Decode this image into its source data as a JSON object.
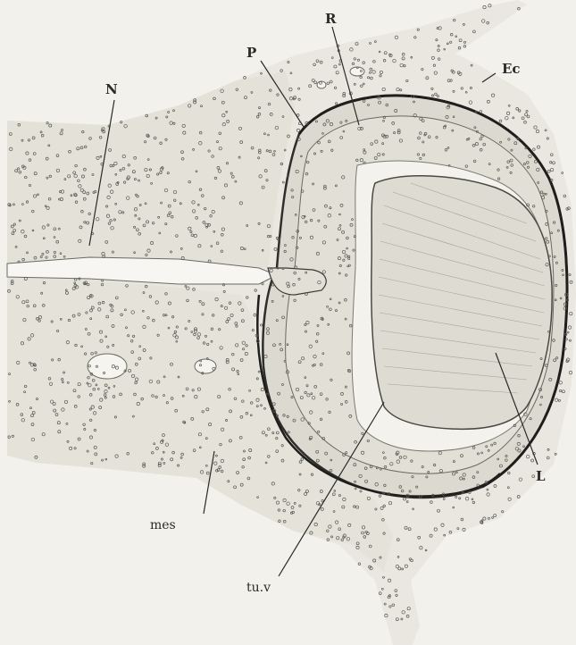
{
  "figure": {
    "labels": {
      "N": "N",
      "P": "P",
      "R": "R",
      "Ec": "Ec",
      "L": "L",
      "mes": "mes",
      "tuv": "tu.v"
    }
  },
  "colors": {
    "paper": "#f2f1ec",
    "tissue": "#e6e4dc",
    "ink": "#2a2a2a",
    "cell": "#5a5a55"
  }
}
